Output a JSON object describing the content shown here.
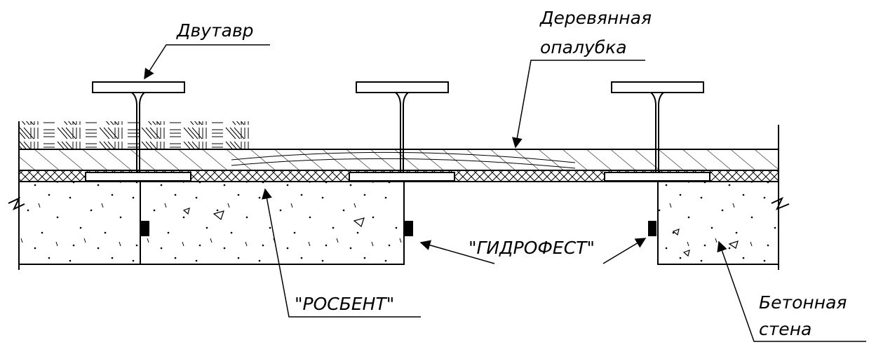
{
  "labels": {
    "i_beam": "Двутавр",
    "wood_formwork_line1": "Деревянная",
    "wood_formwork_line2": "опалубка",
    "hydrofest": "\"ГИДРОФЕСТ\"",
    "rosbent": "\"РОСБЕНТ\"",
    "concrete_wall_line1": "Бетонная",
    "concrete_wall_line2": "стена"
  },
  "colors": {
    "line": "#000000",
    "background": "#ffffff"
  }
}
